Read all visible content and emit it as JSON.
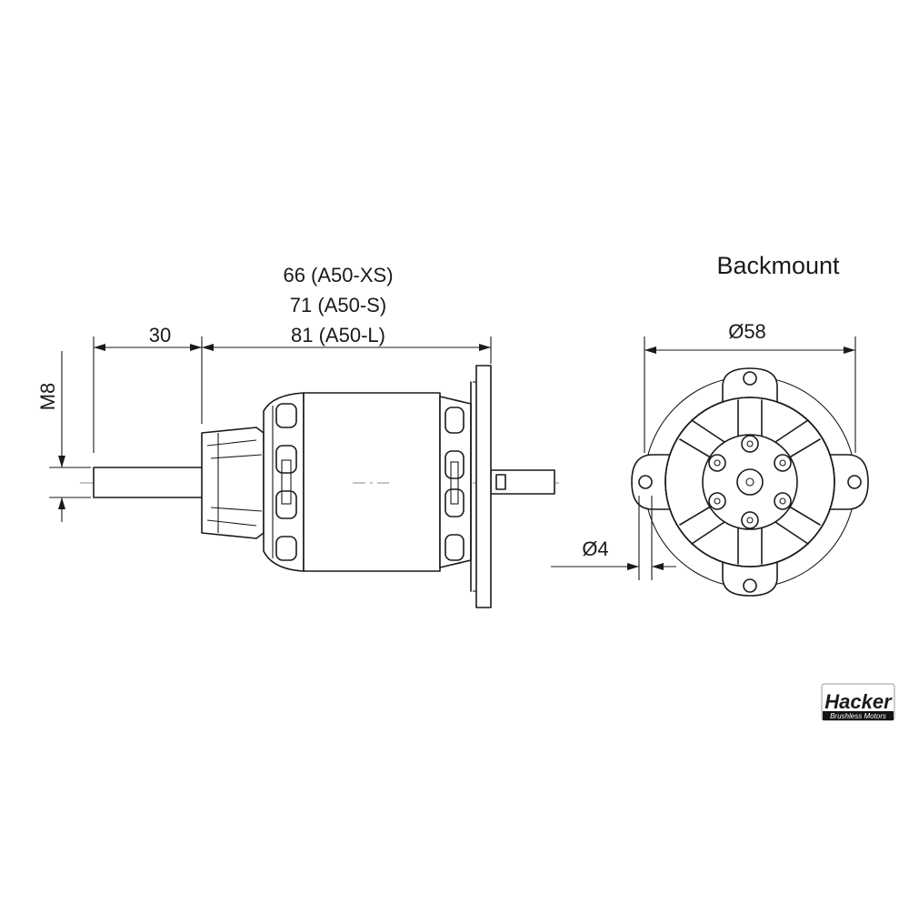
{
  "side_view": {
    "shaft_length_label": "30",
    "length_xs_label": "66 (A50-XS)",
    "length_s_label": "71 (A50-S)",
    "length_l_label": "81 (A50-L)",
    "thread_label": "M8"
  },
  "back_view": {
    "title": "Backmount",
    "diameter_label": "Ø58",
    "hole_label": "Ø4"
  },
  "logo": {
    "brand": "Hacker",
    "tagline": "Brushless Motors",
    "brand_color": "#7a1a6e"
  }
}
